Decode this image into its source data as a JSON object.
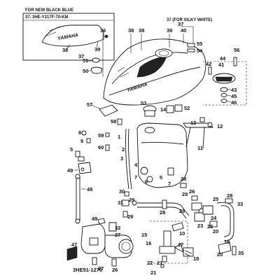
{
  "headers": {
    "new_black_blue": "FOR NEW BLACK BLUE",
    "black_blue_code": "37. 3HE-Y217F-70-KM",
    "silky_white": "37 (FOR SILKY WHITE)"
  },
  "logo_text": "YAMAHA",
  "diagram_code": "3HE51-1270",
  "callouts": {
    "c1": "1",
    "c2": "2",
    "c3": "3",
    "c4": "4",
    "c5": "5",
    "c6": "6",
    "c7": "7",
    "c8": "8",
    "c9": "9",
    "c10": "10",
    "c11": "11",
    "c12": "12",
    "c13": "13",
    "c14": "14",
    "c15": "15",
    "c16": "16",
    "c17": "17",
    "c18": "18",
    "c19": "19",
    "c20": "20",
    "c21": "21",
    "c22": "22",
    "c23": "23",
    "c24": "24",
    "c25": "25",
    "c26": "26",
    "c27": "27",
    "c28": "28",
    "c29": "29",
    "c30": "30",
    "c31": "31",
    "c32": "32",
    "c33": "33",
    "c35": "35",
    "c36": "36",
    "c37a": "37",
    "c37b": "37",
    "c38a": "38",
    "c38b": "38",
    "c38c": "38",
    "c39a": "39",
    "c39b": "39",
    "c40": "40",
    "c41": "41",
    "c42": "42",
    "c43": "43",
    "c44": "44",
    "c45": "45",
    "c46": "46",
    "c47": "47",
    "c48": "48",
    "c49a": "49",
    "c49b": "49",
    "c50": "50",
    "c51": "51",
    "c52": "52",
    "c53": "53",
    "c54": "54",
    "c55": "55",
    "c56": "56",
    "c57": "57",
    "c58": "58",
    "c59": "59",
    "c60": "60"
  }
}
